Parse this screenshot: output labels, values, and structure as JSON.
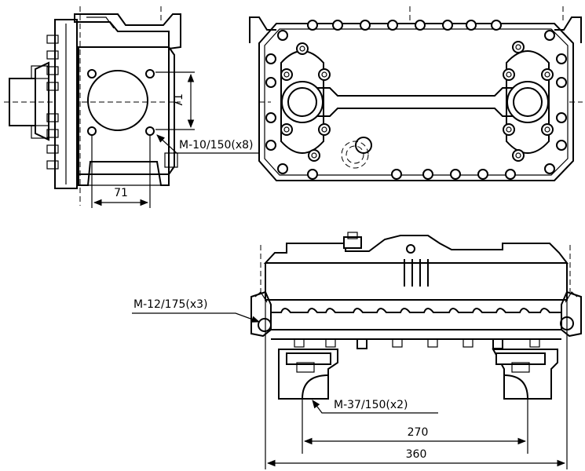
{
  "labels": {
    "bolt_side_view": "M-10/150(x8)",
    "bolt_front_view": "M-12/175(x3)",
    "bolt_bottom": "M-37/150(x2)"
  },
  "dimensions": {
    "side_vertical": "71",
    "side_horizontal": "71",
    "inner_span": "270",
    "overall_span": "360"
  }
}
